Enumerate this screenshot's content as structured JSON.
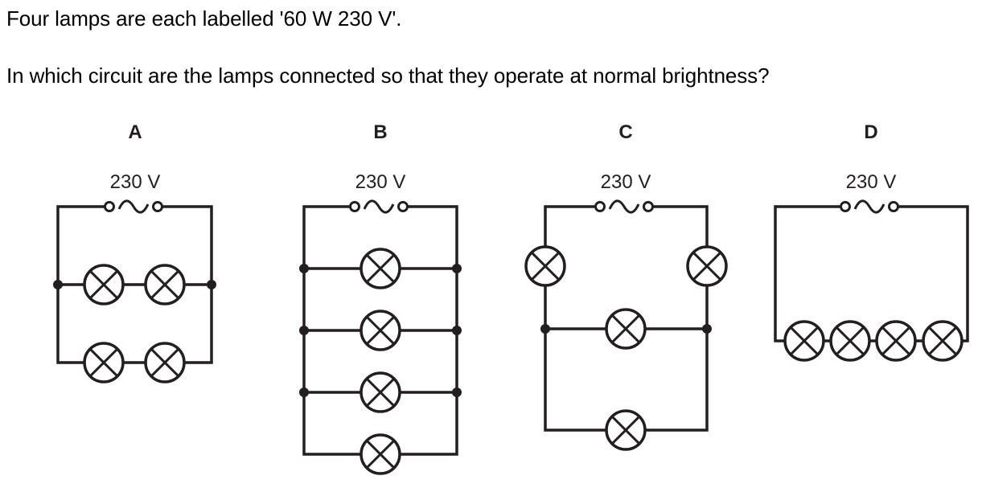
{
  "question": {
    "line1": "Four lamps are each labelled '60 W 230 V'.",
    "line2": "In which circuit are the lamps connected so that they operate at normal brightness?"
  },
  "circuits": [
    {
      "id": "A",
      "label": "A",
      "supply": "230 V",
      "description": "two parallel branches, each with two lamps in series",
      "lamp_count": 4
    },
    {
      "id": "B",
      "label": "B",
      "supply": "230 V",
      "description": "four lamps each on its own parallel branch",
      "lamp_count": 4
    },
    {
      "id": "C",
      "label": "C",
      "supply": "230 V",
      "description": "one lamp in each side lead, two lamps in parallel between them",
      "lamp_count": 4
    },
    {
      "id": "D",
      "label": "D",
      "supply": "230 V",
      "description": "four lamps in series",
      "lamp_count": 4
    }
  ],
  "symbols": {
    "lamp": "lamp-icon",
    "supply": "ac-supply-icon",
    "junction": "junction-dot"
  }
}
